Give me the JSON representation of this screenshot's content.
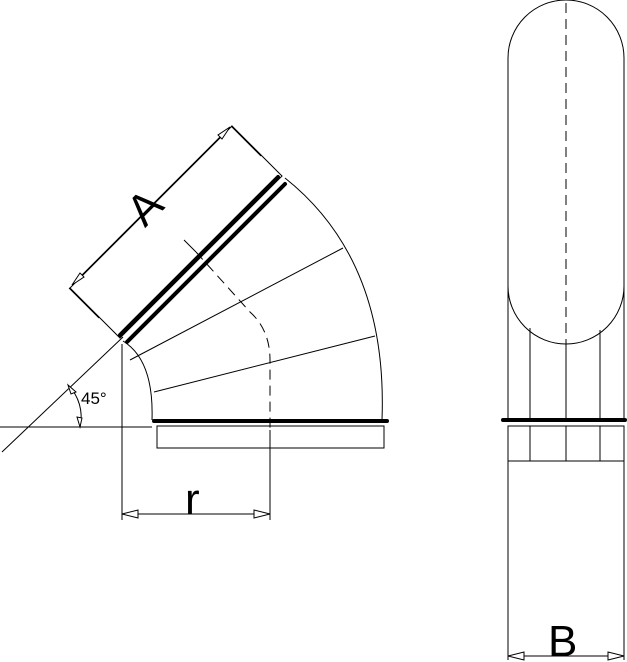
{
  "labels": {
    "dimension_a": "A",
    "dimension_r": "r",
    "dimension_b": "B",
    "angle": "45°"
  }
}
